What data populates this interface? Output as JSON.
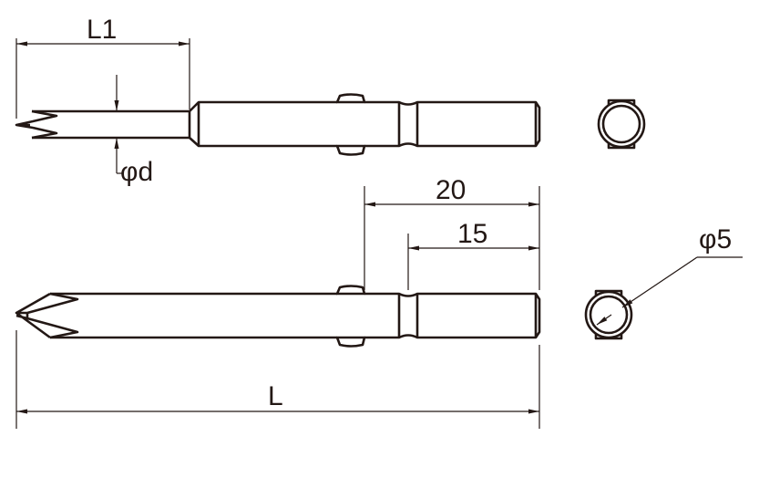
{
  "dimensions": {
    "L1": "L1",
    "phi_d": "φd",
    "d20": "20",
    "d15": "15",
    "L": "L",
    "phi5": "φ5"
  },
  "colors": {
    "line": "#231815"
  }
}
